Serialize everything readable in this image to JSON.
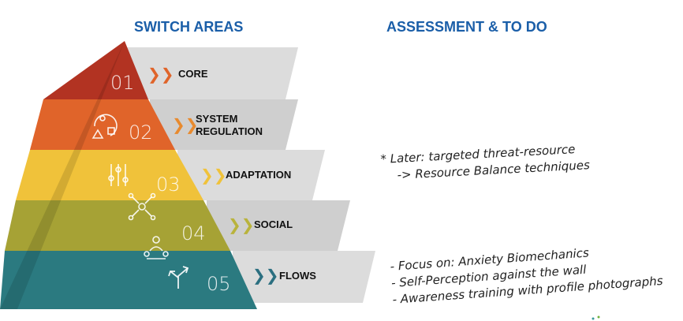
{
  "headings": {
    "left": "SWITCH AREAS",
    "right": "ASSESSMENT & TO DO"
  },
  "areas": [
    {
      "number": "01",
      "label_lines": [
        "CORE"
      ],
      "color": "#b23322",
      "icon": "none"
    },
    {
      "number": "02",
      "label_lines": [
        "SYSTEM",
        "REGULATION"
      ],
      "color": "#e0642a",
      "icon": "cycle-shapes-icon"
    },
    {
      "number": "03",
      "label_lines": [
        "ADAPTATION"
      ],
      "color": "#f0c23a",
      "icon": "sliders-icon"
    },
    {
      "number": "04",
      "label_lines": [
        "SOCIAL"
      ],
      "color": "#a6a235",
      "icon": "network-icon"
    },
    {
      "number": "05",
      "label_lines": [
        "FLOWS"
      ],
      "color": "#2b7a80",
      "icon": "split-arrows-icon"
    }
  ],
  "arrow_colors": [
    "#e0642a",
    "#e88a2e",
    "#f0c23a",
    "#b9b33c",
    "#2b6f80"
  ],
  "notes": {
    "threat": {
      "lines": [
        "* Later: targeted threat-resource",
        "  -> Resource Balance techniques"
      ]
    },
    "focus": {
      "lines": [
        "- Focus on: Anxiety Biomechanics",
        "- Self-Perception against the wall",
        "- Awareness training with profile photographs"
      ]
    }
  }
}
